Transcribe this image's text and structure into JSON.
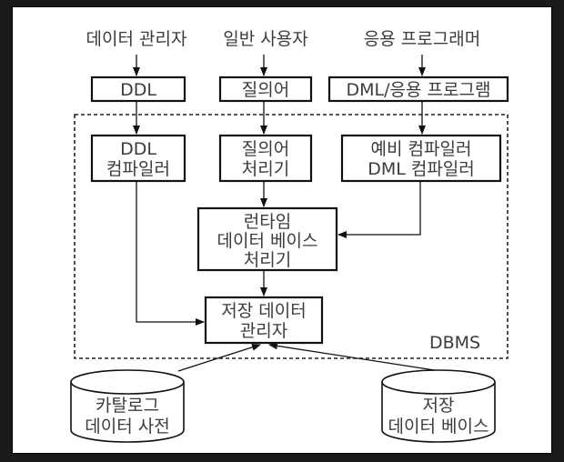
{
  "users": {
    "dba": "데이터 관리자",
    "general": "일반 사용자",
    "programmer": "응용 프로그래머"
  },
  "top": {
    "ddl": "DDL",
    "query": "질의어",
    "dml": "DML/응용 프로그램"
  },
  "dbms": {
    "label": "DBMS",
    "ddl_compiler": [
      "DDL",
      "컴파일러"
    ],
    "query_processor": [
      "질의어",
      "처리기"
    ],
    "dml_compiler": [
      "예비 컴파일러",
      "DML 컴파일러"
    ],
    "runtime_processor": [
      "런타임",
      "데이터 베이스",
      "처리기"
    ],
    "storage_manager": [
      "저장 데이터",
      "관리자"
    ]
  },
  "stores": {
    "catalog": [
      "카탈로그",
      "데이터 사전"
    ],
    "database": [
      "저장",
      "데이터 베이스"
    ]
  }
}
